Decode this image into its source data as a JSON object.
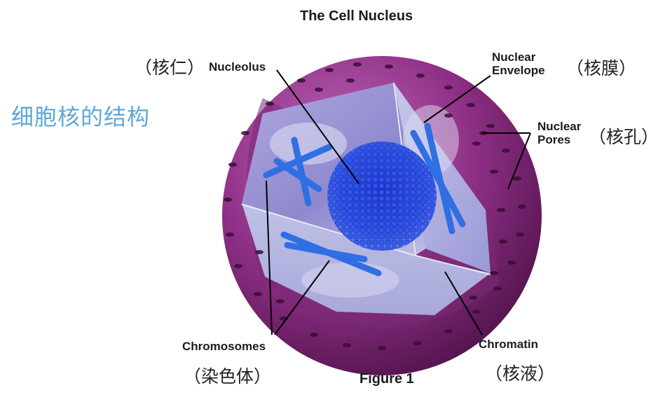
{
  "diagram": {
    "title": "The Cell Nucleus",
    "side_title": "细胞核的结构",
    "caption": "Figure 1",
    "labels": {
      "nucleolus": {
        "en": "Nucleolus",
        "zh": "（核仁）"
      },
      "envelope": {
        "en_line1": "Nuclear",
        "en_line2": "Envelope",
        "zh": "（核膜）"
      },
      "pores": {
        "en_line1": "Nuclear",
        "en_line2": "Pores",
        "zh": "（核孔）"
      },
      "chromosomes": {
        "en": "Chromosomes",
        "zh": "（染色体）"
      },
      "chromatin": {
        "en": "Chromatin",
        "zh": "（核液）"
      }
    }
  }
}
